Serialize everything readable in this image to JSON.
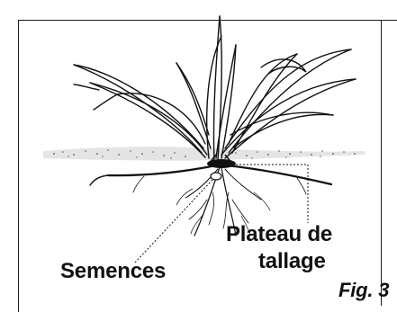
{
  "labels": {
    "plateau_line1": "Plateau de",
    "plateau_line2": "tallage",
    "semences": "Semences",
    "figure": "Fig. 3"
  },
  "colors": {
    "ink": "#111111",
    "soil_stipple": "#555555",
    "background": "#ffffff"
  }
}
